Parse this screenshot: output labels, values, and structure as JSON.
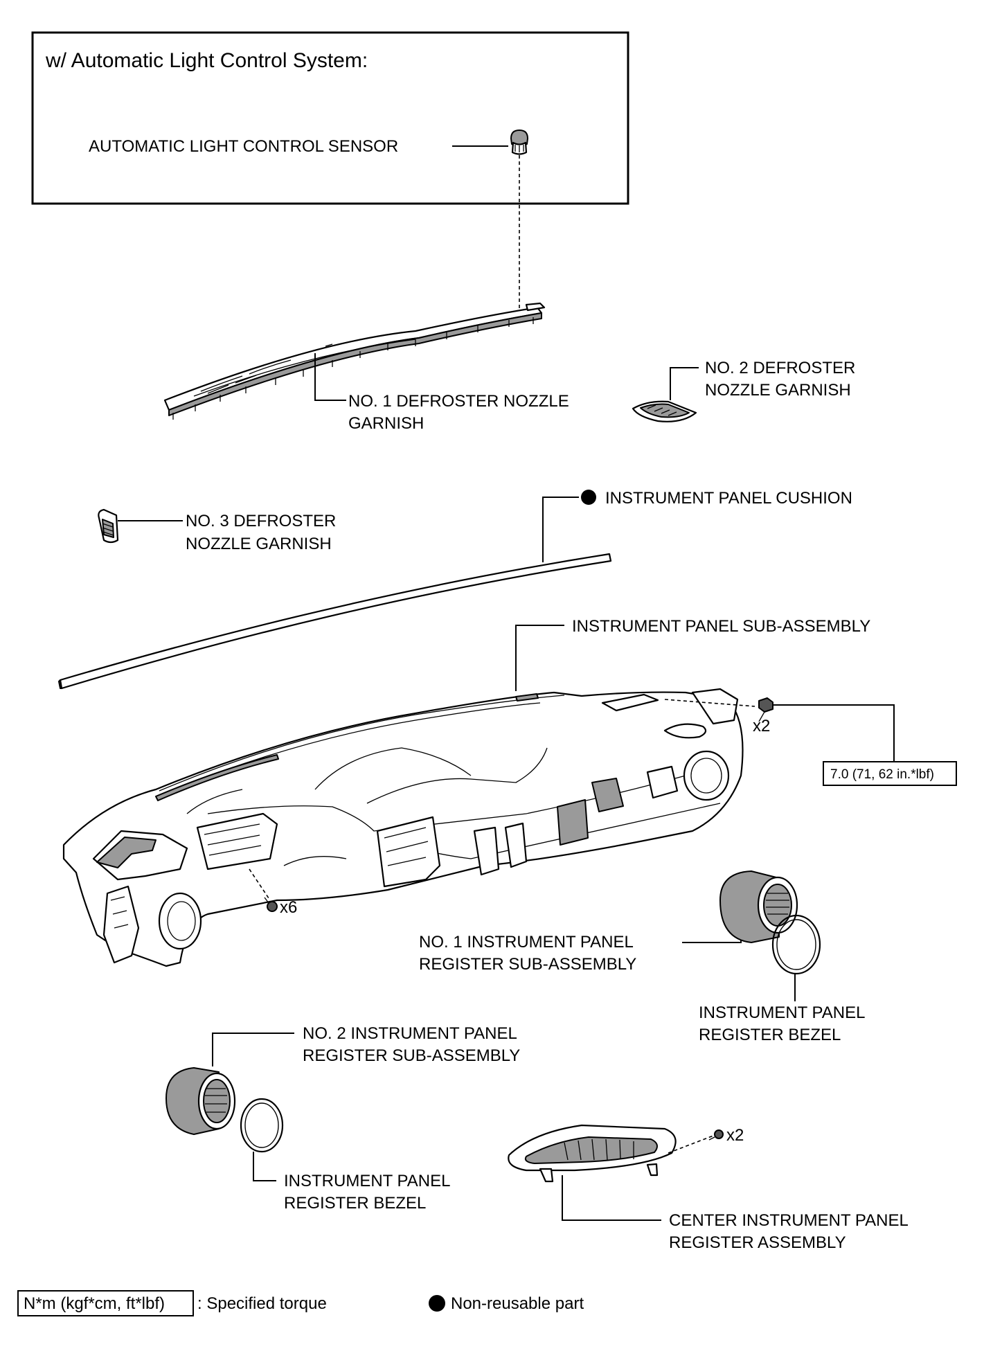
{
  "inset": {
    "title": "w/ Automatic Light Control System:"
  },
  "labels": {
    "sensor": "AUTOMATIC LIGHT CONTROL SENSOR",
    "no1_defroster": [
      "NO. 1 DEFROSTER NOZZLE",
      "GARNISH"
    ],
    "no2_defroster": [
      "NO. 2 DEFROSTER",
      "NOZZLE GARNISH"
    ],
    "no3_defroster": [
      "NO. 3 DEFROSTER",
      "NOZZLE GARNISH"
    ],
    "cushion": "INSTRUMENT PANEL CUSHION",
    "sub_assembly": "INSTRUMENT PANEL SUB-ASSEMBLY",
    "no1_register": [
      "NO. 1 INSTRUMENT PANEL",
      "REGISTER SUB-ASSEMBLY"
    ],
    "bezel_right": [
      "INSTRUMENT PANEL",
      "REGISTER BEZEL"
    ],
    "no2_register": [
      "NO. 2 INSTRUMENT PANEL",
      "REGISTER SUB-ASSEMBLY"
    ],
    "bezel_left": [
      "INSTRUMENT PANEL",
      "REGISTER BEZEL"
    ],
    "center_register": [
      "CENTER INSTRUMENT PANEL",
      "REGISTER ASSEMBLY"
    ]
  },
  "fasteners": {
    "panel_bolt_qty": "x2",
    "panel_screw_qty": "x6",
    "center_screw_qty": "x2"
  },
  "torque": {
    "value": "7.0 (71, 62 in.*lbf)"
  },
  "legend": {
    "torque_box": "N*m (kgf*cm, ft*lbf)",
    "torque_text": ": Specified torque",
    "nonreusable_text": "Non-reusable part"
  }
}
